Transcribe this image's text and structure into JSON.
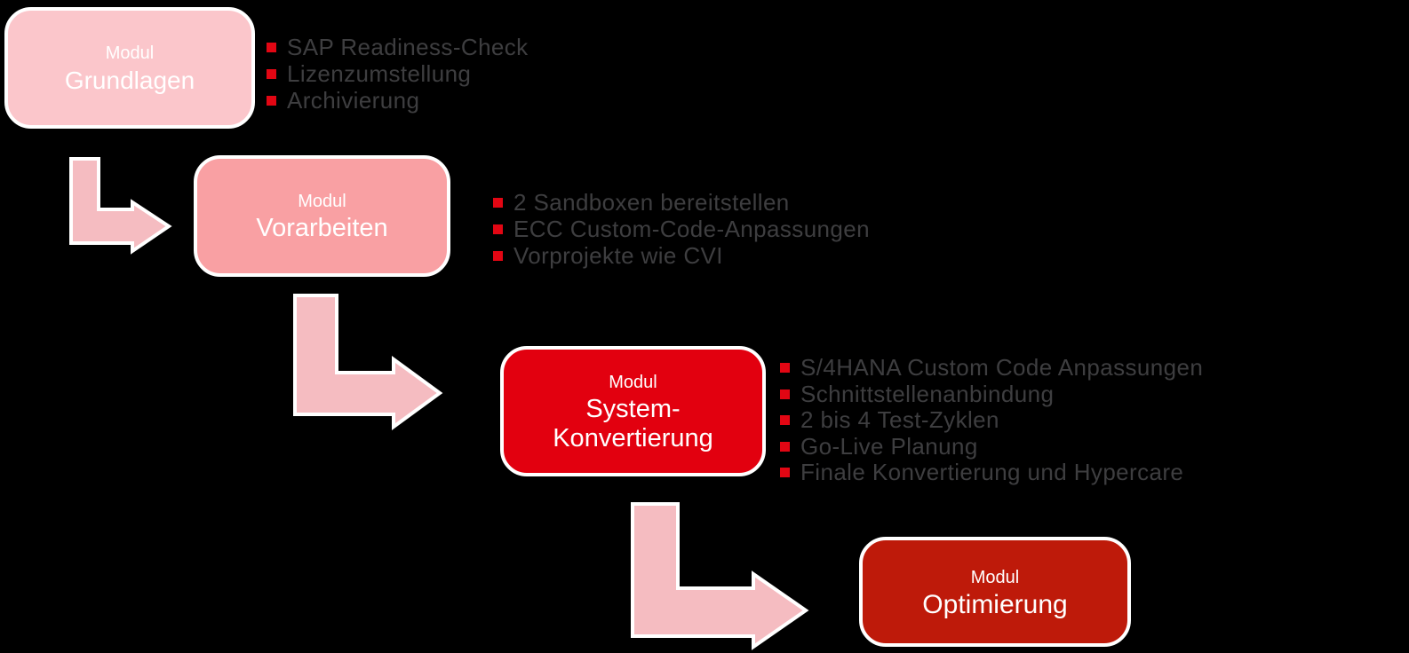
{
  "canvas": {
    "background": "#000000"
  },
  "styles": {
    "bullet_marker_color": "#E20613",
    "bullet_text_color": "#3E3E40",
    "arrow_fill": "#F5BCC1",
    "arrow_stroke": "#FFFFFF",
    "box_border_color": "#FFFFFF",
    "box_text_color": "#FFFFFF"
  },
  "modules": [
    {
      "name": "Grundlagen",
      "label_top": "Modul",
      "label_lines": [
        "Grundlagen"
      ],
      "fill": "#FBC6CB",
      "bullets": [
        "SAP Readiness-Check",
        "Lizenzumstellung",
        "Archivierung"
      ]
    },
    {
      "name": "Vorarbeiten",
      "label_top": "Modul",
      "label_lines": [
        "Vorarbeiten"
      ],
      "fill": "#F9A0A3",
      "bullets": [
        "2 Sandboxen bereitstellen",
        "ECC Custom-Code-Anpassungen",
        "Vorprojekte wie CVI"
      ]
    },
    {
      "name": "System-Konvertierung",
      "label_top": "Modul",
      "label_lines": [
        "System-",
        "Konvertierung"
      ],
      "fill": "#E2000F",
      "bullets": [
        "S/4HANA Custom Code Anpassungen",
        "Schnittstellenanbindung",
        "2 bis 4 Test-Zyklen",
        "Go-Live Planung",
        "Finale Konvertierung und Hypercare"
      ]
    },
    {
      "name": "Optimierung",
      "label_top": "Modul",
      "label_lines": [
        "Optimierung"
      ],
      "fill": "#BE1A0A",
      "bullets": []
    }
  ]
}
